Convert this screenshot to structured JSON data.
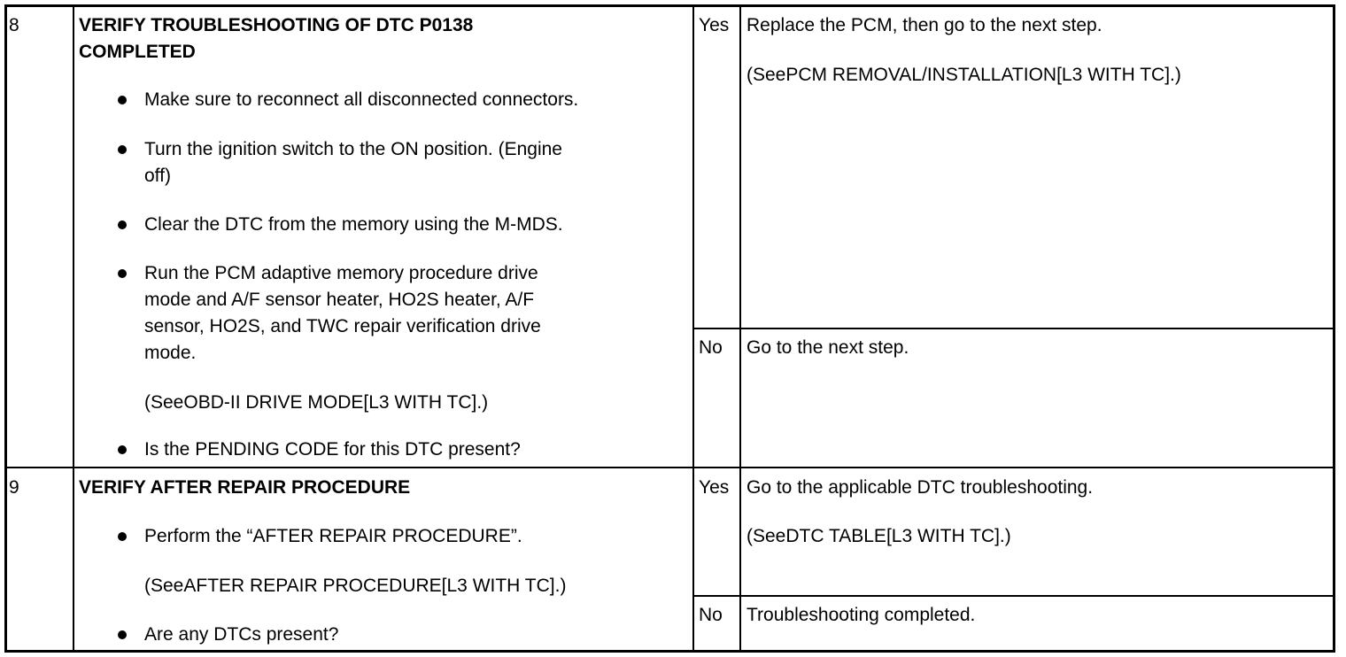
{
  "rows": [
    {
      "step": "8",
      "title": [
        "VERIFY TROUBLESHOOTING OF DTC P0138",
        "COMPLETED"
      ],
      "items": [
        "Make sure to reconnect all disconnected connectors.",
        [
          "Turn the ignition switch to the ON position. (Engine",
          "off)"
        ],
        "Clear the DTC from the memory using the M-MDS.",
        [
          "Run the PCM adaptive memory procedure drive",
          "mode and A/F sensor heater, HO2S heater, A/F",
          "sensor, HO2S, and TWC repair verification drive",
          "mode."
        ],
        "(SeeOBD-II DRIVE MODE[L3 WITH TC].)",
        "Is the PENDING CODE for this DTC present?"
      ],
      "yes_label": "Yes",
      "yes_action": "Replace the PCM, then go to the next step.",
      "yes_ref": "(SeePCM REMOVAL/INSTALLATION[L3 WITH TC].)",
      "no_label": "No",
      "no_action": "Go to the next step."
    },
    {
      "step": "9",
      "title": [
        "VERIFY AFTER REPAIR PROCEDURE"
      ],
      "items": [
        "Perform the “AFTER REPAIR PROCEDURE”.",
        "(SeeAFTER REPAIR PROCEDURE[L3 WITH TC].)",
        "Are any DTCs present?"
      ],
      "yes_label": "Yes",
      "yes_action": "Go to the applicable DTC troubleshooting.",
      "yes_ref": "(SeeDTC TABLE[L3 WITH TC].)",
      "no_label": "No",
      "no_action": "Troubleshooting completed."
    }
  ]
}
